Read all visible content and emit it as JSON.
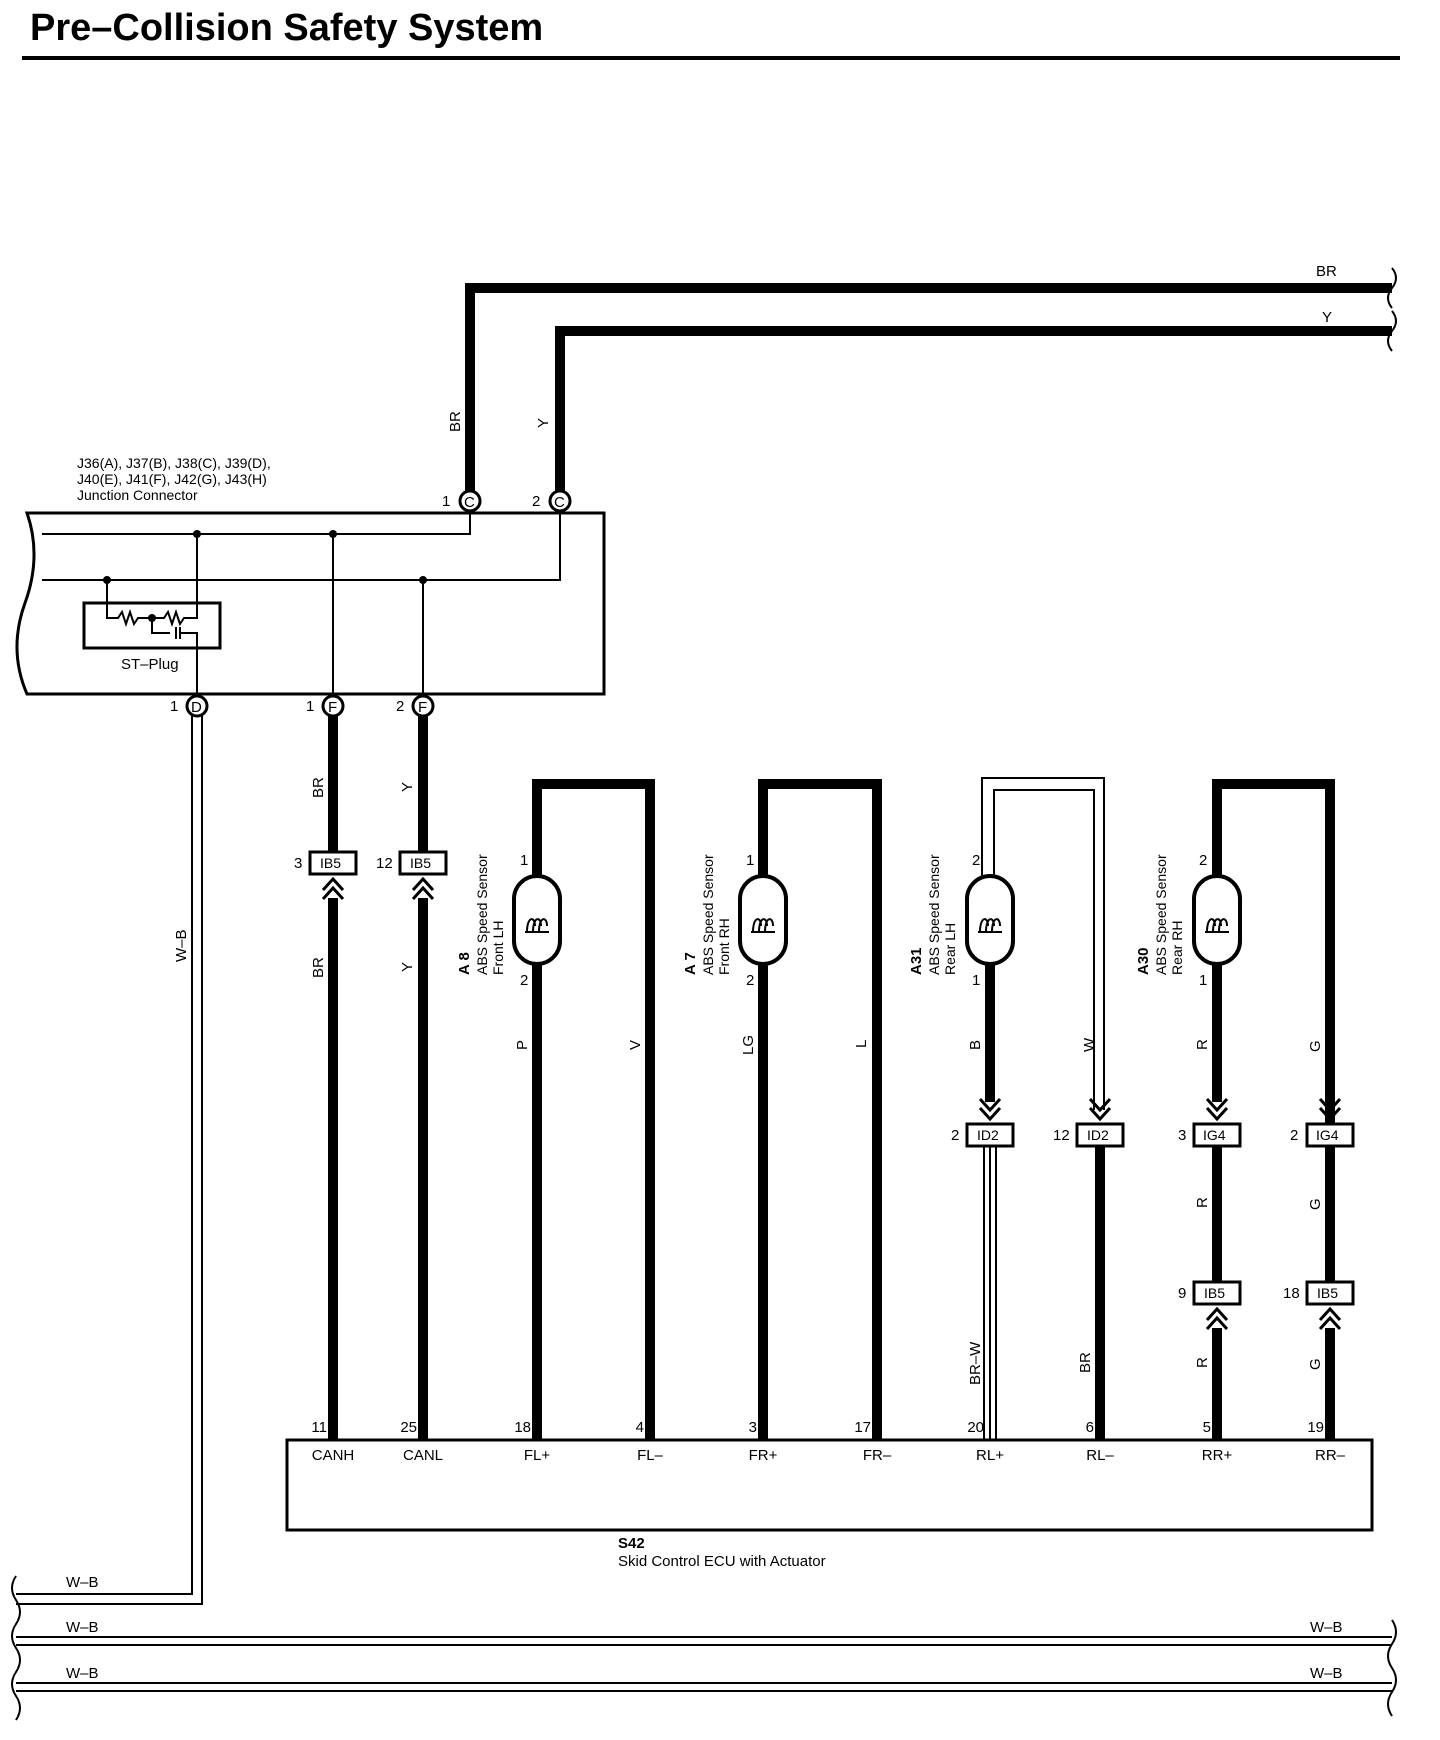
{
  "title": "Pre–Collision Safety System",
  "junction": {
    "names_line1": "J36(A), J37(B), J38(C), J39(D),",
    "names_line2": "J40(E), J41(F), J42(G), J43(H)",
    "label": "Junction Connector",
    "st_plug": "ST–Plug",
    "pin_c1": "1",
    "conn_c1": "C",
    "pin_c2": "2",
    "conn_c2": "C",
    "pin_d1": "1",
    "conn_d1": "D",
    "pin_f1": "1",
    "conn_f1": "F",
    "pin_f2": "2",
    "conn_f2": "F"
  },
  "wires": {
    "br": "BR",
    "y": "Y",
    "wb": "W–B",
    "p": "P",
    "v": "V",
    "lg": "LG",
    "l": "L",
    "b": "B",
    "w": "W",
    "r": "R",
    "g": "G",
    "brw": "BR–W"
  },
  "connectors": {
    "ib5": "IB5",
    "id2": "ID2",
    "ig4": "IG4",
    "pin_3": "3",
    "pin_12": "12",
    "pin_2": "2",
    "pin_9": "9",
    "pin_18": "18"
  },
  "sensors": {
    "a8_id": "A 8",
    "a7_id": "A 7",
    "a31_id": "A31",
    "a30_id": "A30",
    "name": "ABS Speed Sensor",
    "front_lh": "Front LH",
    "front_rh": "Front RH",
    "rear_lh": "Rear LH",
    "rear_rh": "Rear RH",
    "pin_1": "1",
    "pin_2": "2"
  },
  "ecu": {
    "id": "S42",
    "name": "Skid Control ECU with Actuator",
    "pins": [
      {
        "num": "11",
        "name": "CANH"
      },
      {
        "num": "25",
        "name": "CANL"
      },
      {
        "num": "18",
        "name": "FL+"
      },
      {
        "num": "4",
        "name": "FL–"
      },
      {
        "num": "3",
        "name": "FR+"
      },
      {
        "num": "17",
        "name": "FR–"
      },
      {
        "num": "20",
        "name": "RL+"
      },
      {
        "num": "6",
        "name": "RL–"
      },
      {
        "num": "5",
        "name": "RR+"
      },
      {
        "num": "19",
        "name": "RR–"
      }
    ]
  }
}
